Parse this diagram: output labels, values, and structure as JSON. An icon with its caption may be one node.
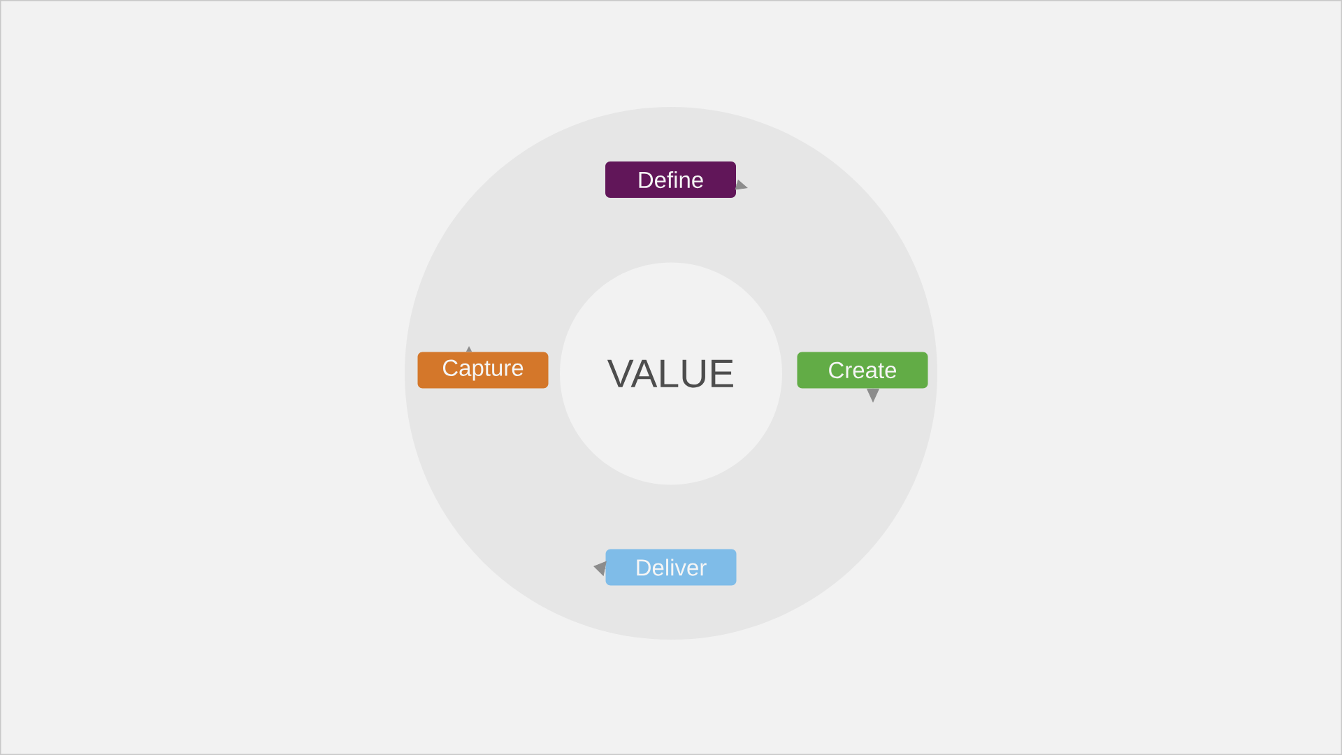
{
  "diagram": {
    "nodes": [
      {
        "text": [
          "Define"
        ]
      },
      {
        "text": [
          "Capture"
        ]
      },
      {
        "text": [
          "VALUE"
        ]
      },
      {
        "text": [
          "Create"
        ]
      },
      {
        "text": [
          "Deliver"
        ]
      }
    ],
    "edges": [
      {
        "from": 0,
        "to": null,
        "arrow": "to"
      },
      {
        "from": 3,
        "to": null,
        "arrow": "to"
      },
      {
        "from": 4,
        "to": null,
        "arrow": "to"
      },
      {
        "from": 1,
        "to": null,
        "arrow": "to"
      }
    ]
  }
}
